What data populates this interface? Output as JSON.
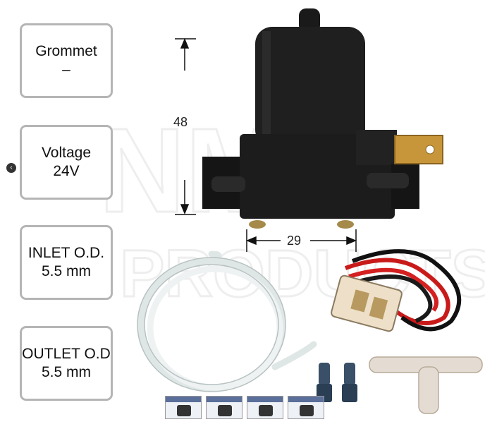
{
  "specs": [
    {
      "line1": "Grommet",
      "line2": "–"
    },
    {
      "line1": "Voltage",
      "line2": "24V"
    },
    {
      "line1": "INLET O.D.",
      "line2": "5.5 mm"
    },
    {
      "line1": "OUTLET O.D",
      "line2": "5.5 mm"
    }
  ],
  "dimensions": {
    "height": "48",
    "width": "29"
  },
  "nav": {
    "icon": "chevron-left-icon",
    "glyph": "‹"
  },
  "watermark": "NMC PRODUCTS",
  "thumbnails_count": 4
}
